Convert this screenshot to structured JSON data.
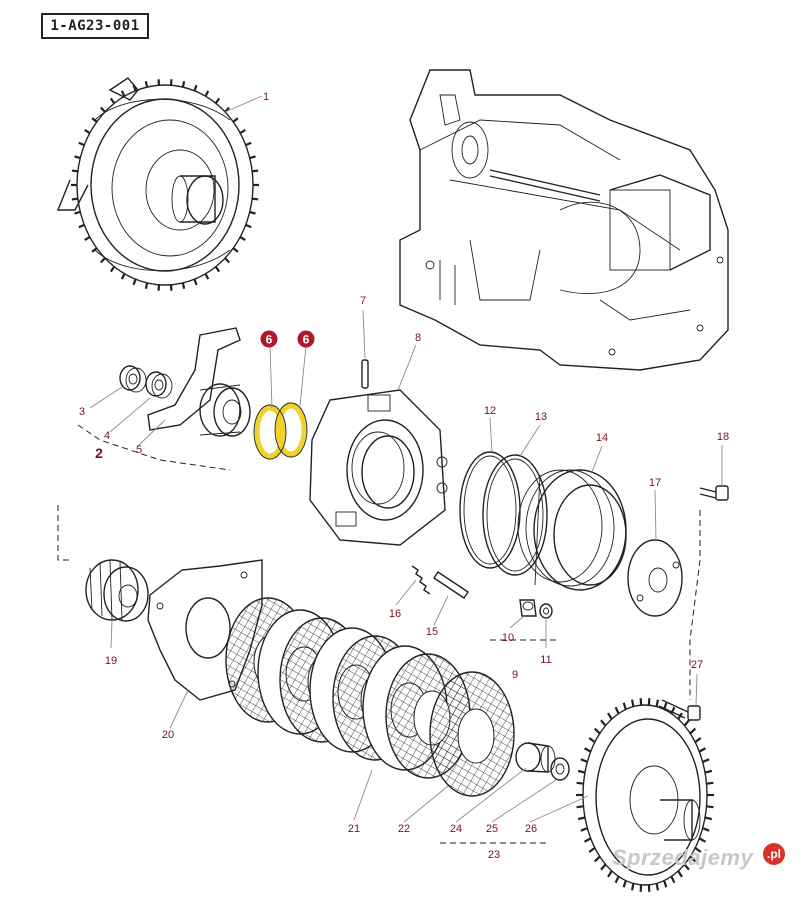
{
  "diagram_code": "1-AG23-001",
  "highlight_color": "#f0d22a",
  "badge_color": "#b3162b",
  "callouts": {
    "c1": "1",
    "c2": "2",
    "c3": "3",
    "c4": "4",
    "c5": "5",
    "c6a": "6",
    "c6b": "6",
    "c7": "7",
    "c8": "8",
    "c9": "9",
    "c10": "10",
    "c11": "11",
    "c12": "12",
    "c13": "13",
    "c14": "14",
    "c15": "15",
    "c16": "16",
    "c17": "17",
    "c18": "18",
    "c19": "19",
    "c20": "20",
    "c21": "21",
    "c22": "22",
    "c23": "23",
    "c24": "24",
    "c25": "25",
    "c26": "26",
    "c27": "27"
  },
  "watermark": {
    "text": "Sprzedajemy",
    "dot": ".pl"
  }
}
